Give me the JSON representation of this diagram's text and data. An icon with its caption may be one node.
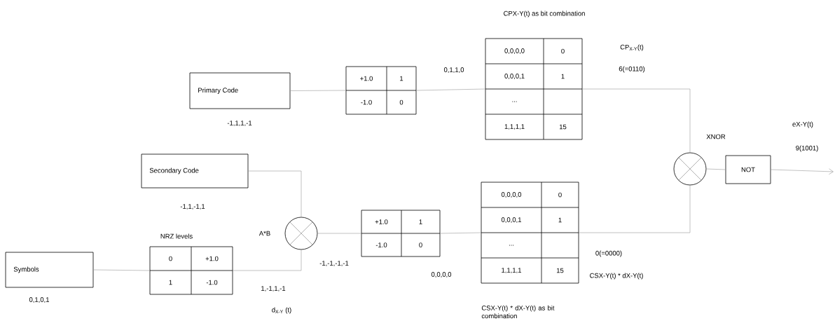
{
  "diagram": {
    "nodes": [
      {
        "text": [
          "Primary Code"
        ],
        "beside": [
          "-1,1,1,-1"
        ]
      },
      {
        "text": [
          "+1.0",
          "1",
          "-1.0",
          "0"
        ]
      },
      {
        "text": [
          "CPX-Y(t) as bit combination",
          "0,0,0,0",
          "0",
          "0,0,0,1",
          "1",
          "...",
          "1,1,1,1",
          "15"
        ]
      },
      {
        "text": [
          "Secondary Code"
        ],
        "beside": [
          "-1,1,-1,1"
        ]
      },
      {
        "text": [
          "Symbols"
        ],
        "beside": [
          "0,1,0,1"
        ]
      },
      {
        "text": [
          "NRZ levels",
          "0",
          "+1.0",
          "1",
          "-1.0"
        ]
      },
      {
        "text": [],
        "shape": "circle",
        "beside": [
          "A*B"
        ]
      },
      {
        "text": [
          "+1.0",
          "1",
          "-1.0",
          "0"
        ]
      },
      {
        "text": [
          "0,0,0,0",
          "0",
          "0,0,0,1",
          "1",
          "...",
          "1,1,1,1",
          "15"
        ],
        "beside": [
          "CSX-Y(t) * dX-Y(t) as bit combination"
        ]
      },
      {
        "text": [],
        "shape": "circle",
        "beside": [
          "XNOR"
        ]
      },
      {
        "text": [
          "NOT"
        ]
      }
    ],
    "edges": [
      {
        "from": 0,
        "to": 1,
        "arrow": "none"
      },
      {
        "from": 1,
        "to": 2,
        "arrow": "none"
      },
      {
        "from": 2,
        "to": 9,
        "arrow": "none"
      },
      {
        "from": 3,
        "to": 6,
        "arrow": "none"
      },
      {
        "from": 4,
        "to": 5,
        "arrow": "none"
      },
      {
        "from": 5,
        "to": 6,
        "arrow": "none"
      },
      {
        "from": 6,
        "to": 7,
        "arrow": "none"
      },
      {
        "from": 7,
        "to": 8,
        "arrow": "none"
      },
      {
        "from": 8,
        "to": 9,
        "arrow": "none"
      },
      {
        "from": 9,
        "to": 10,
        "arrow": "none"
      },
      {
        "from": 10,
        "to": null,
        "arrow": "to"
      }
    ],
    "labels": [
      "0,1,1,0",
      "CP$_{X-Y}$(t)",
      "6(=0110)",
      "eX-Y(t)",
      "9(1001)",
      "1,-1,1,-1",
      "d$_{X-Y}$ (t)",
      "-1,-1,-1,-1",
      "0,0,0,0",
      "0(=0000)",
      "CSX-Y(t) * dX-Y(t)"
    ]
  }
}
